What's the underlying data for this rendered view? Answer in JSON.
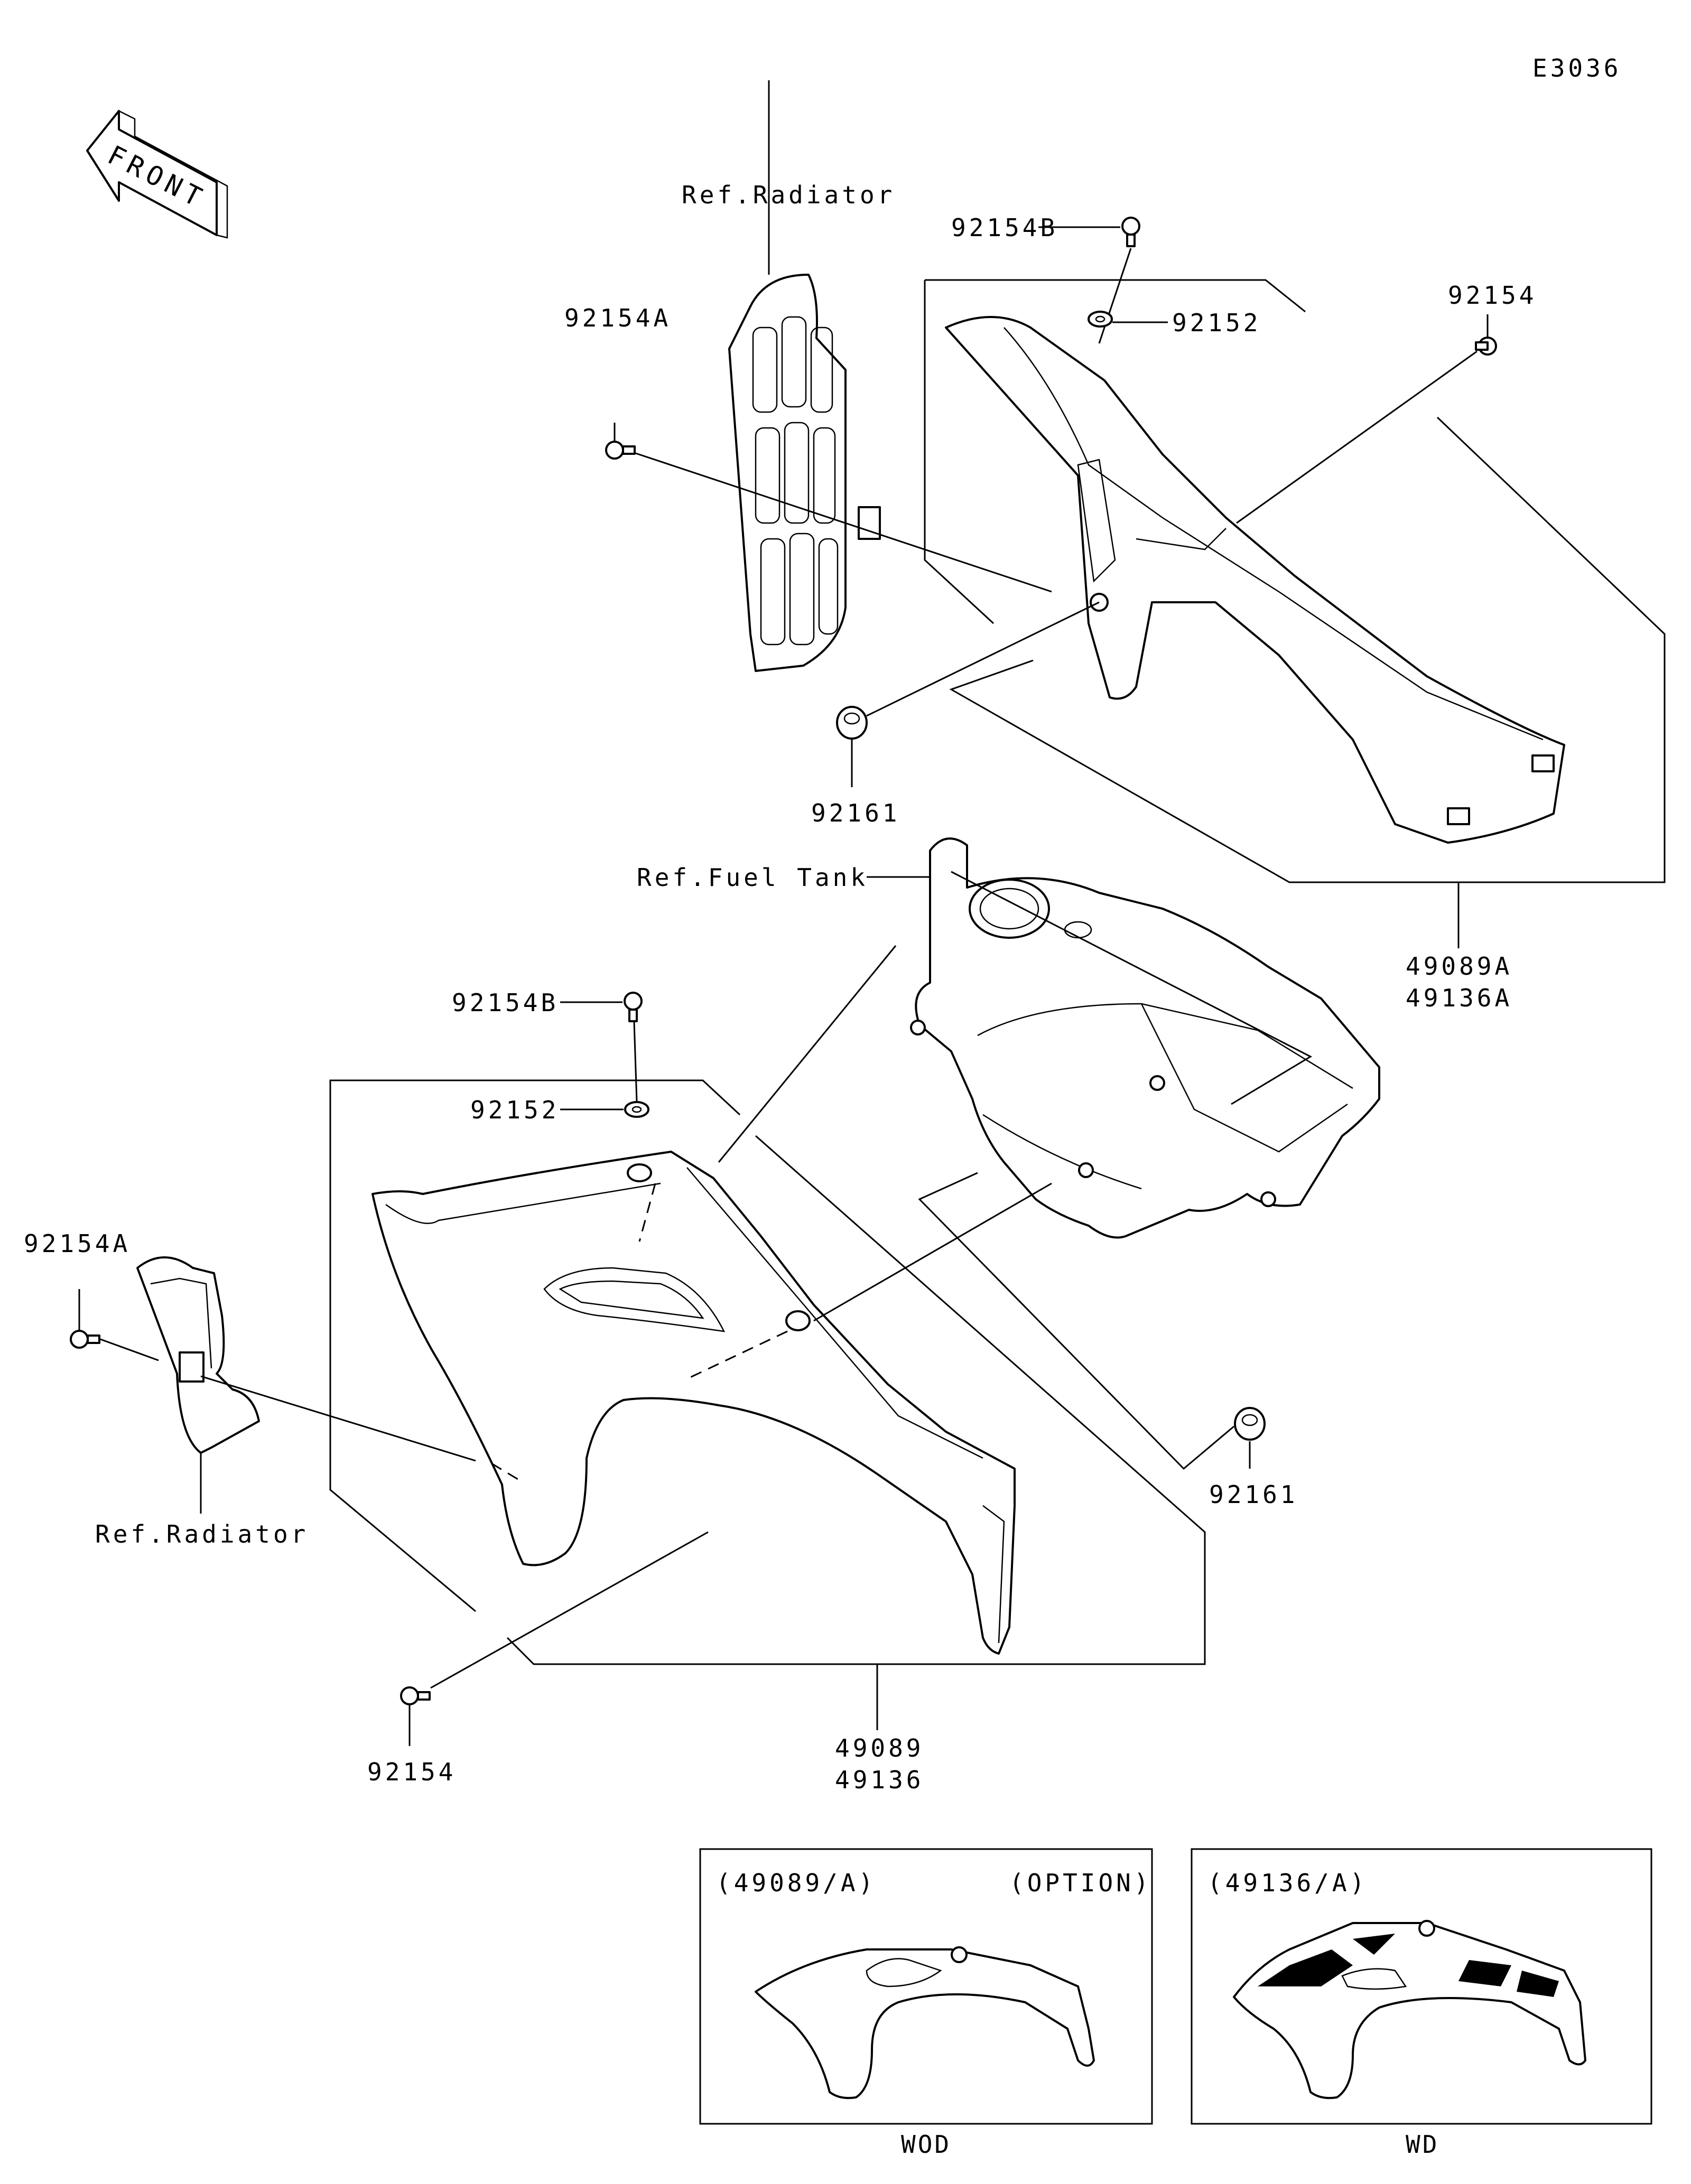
{
  "diagram_code": "E3036",
  "front_arrow_text": "FRONT",
  "labels": {
    "ref_radiator_top": "Ref.Radiator",
    "ref_radiator_bottom": "Ref.Radiator",
    "ref_fuel_tank": "Ref.Fuel Tank",
    "p92154B_top": "92154B",
    "p92152_top": "92152",
    "p92154_top": "92154",
    "p92154A_top": "92154A",
    "p92161_top": "92161",
    "p49089A": "49089A",
    "p49136A": "49136A",
    "p92154B_bottom": "92154B",
    "p92152_bottom": "92152",
    "p92154A_bottom": "92154A",
    "p92161_bottom": "92161",
    "p92154_bottom": "92154",
    "p49089": "49089",
    "p49136": "49136"
  },
  "option_boxes": {
    "left_title": "(49089/A)",
    "left_note": "(OPTION)",
    "left_caption": "WOD",
    "right_title": "(49136/A)",
    "right_caption": "WD"
  }
}
